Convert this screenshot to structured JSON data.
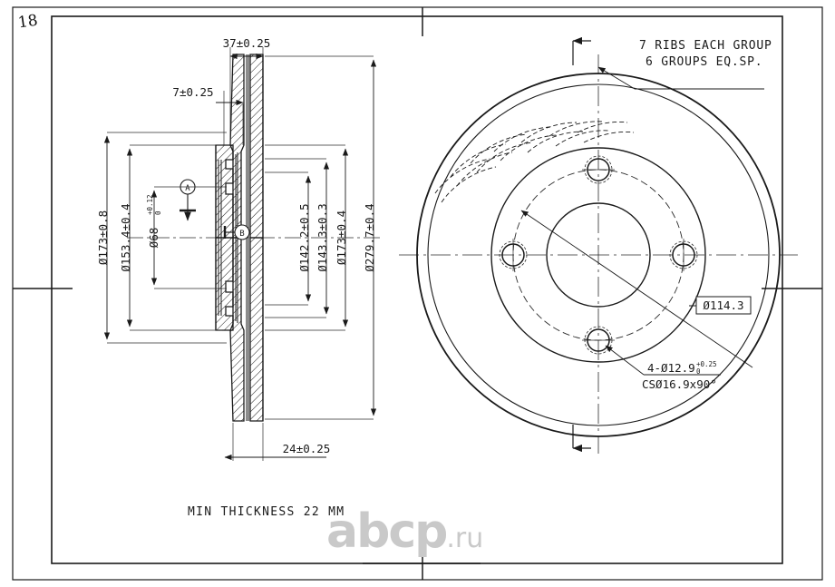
{
  "sheet": {
    "page_mark": "18",
    "watermark_main": "abcp",
    "watermark_suffix": ".ru"
  },
  "section_view": {
    "dim_width_total": "37±0.25",
    "dim_hat_offset": "7±0.25",
    "dim_outer_od": "Ø173±0.8",
    "dim_hat_od": "Ø153.4±0.4",
    "dim_bore": "Ø68",
    "dim_bore_tol_upper": "+0.12",
    "dim_bore_tol_lower": "0",
    "dim_inner_1": "Ø142.2±0.5",
    "dim_inner_2": "Ø143.3±0.3",
    "dim_inner_3": "Ø173±0.4",
    "dim_disc_od": "Ø279.7±0.4",
    "dim_disc_thickness": "24±0.25",
    "datum_a": "A",
    "datum_b": "B",
    "note_min_thickness": "MIN THICKNESS 22 MM"
  },
  "front_view": {
    "note_ribs_line1": "7 RIBS EACH GROUP",
    "note_ribs_line2": "6 GROUPS EQ.SP.",
    "pcd_label": "Ø114.3",
    "hole_callout_line1_pre": "4-Ø12.9",
    "hole_callout_tol_upper": "+0.25",
    "hole_callout_tol_lower": "0",
    "hole_callout_line2": "CSØ16.9x90°"
  },
  "colors": {
    "ink": "#1a1a1a",
    "thin": "#2b2b2b",
    "watermark": "#c9c9c9",
    "paper": "#ffffff"
  }
}
